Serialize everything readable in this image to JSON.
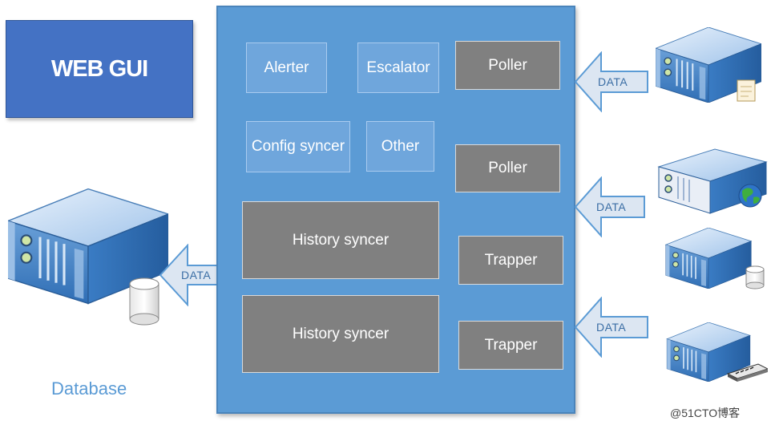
{
  "web_gui": {
    "label": "WEB GUI"
  },
  "server": {
    "components": {
      "alerter": "Alerter",
      "escalator": "Escalator",
      "poller_1": "Poller",
      "config_syncer": "Config syncer",
      "other": "Other",
      "poller_2": "Poller",
      "history_syncer_1": "History syncer",
      "trapper_1": "Trapper",
      "history_syncer_2": "History syncer",
      "trapper_2": "Trapper"
    }
  },
  "arrows": {
    "to_database": "DATA",
    "from_host_1": "DATA",
    "from_host_2": "DATA",
    "from_host_3": "DATA"
  },
  "database": {
    "caption": "Database"
  },
  "watermark": "@51CTO博客",
  "colors": {
    "web_gui_fill": "#4472c4",
    "server_panel": "#5b9bd5",
    "component_light": "#6fa6dc",
    "component_dark": "#808080",
    "arrow_fill": "#dce6f2",
    "arrow_stroke": "#5b9bd5"
  },
  "icons": {
    "database_server": "server-with-database-icon",
    "host_1": "server-with-document-icon",
    "host_2": "server-with-globe-icon",
    "host_3": "server-with-database-icon",
    "host_4": "server-with-device-icon"
  }
}
